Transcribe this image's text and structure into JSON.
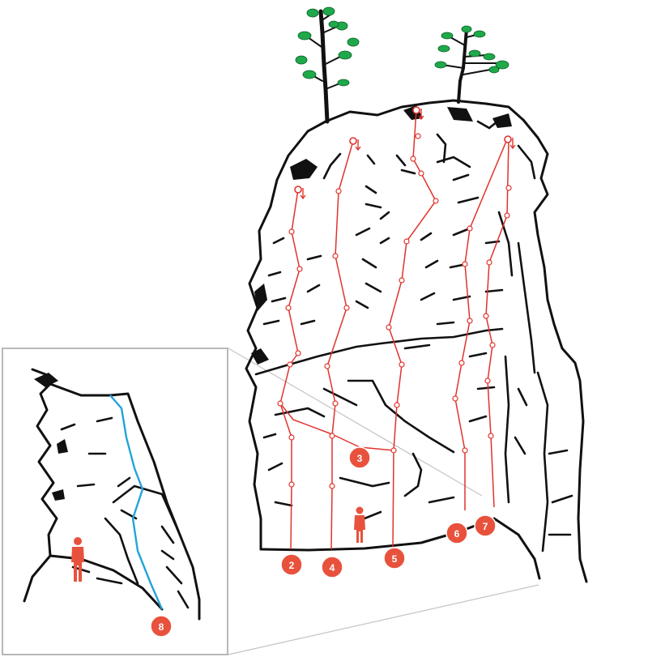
{
  "routes": [
    {
      "label": "2"
    },
    {
      "label": "3"
    },
    {
      "label": "4"
    },
    {
      "label": "5"
    },
    {
      "label": "6"
    },
    {
      "label": "7"
    },
    {
      "label": "8"
    }
  ],
  "colors": {
    "route": "#e0332b",
    "badge": "#e8523d",
    "inset_route": "#23a3d9",
    "tree_leaves": "#1fa94a",
    "rock_outline": "#111111",
    "inset_frame": "#b8b8b8"
  },
  "icons": [
    "tree-icon",
    "person-icon",
    "anchor-icon"
  ]
}
